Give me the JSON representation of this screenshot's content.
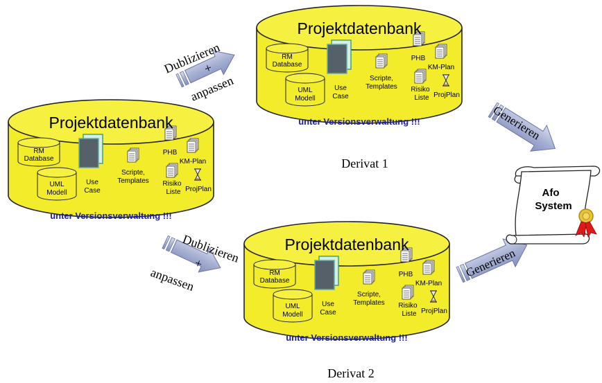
{
  "databases": [
    {
      "title": "Projektdatenbank",
      "rm_line1": "RM",
      "rm_line2": "Database",
      "uml_line1": "UML",
      "uml_line2": "Modell",
      "usecase_line1": "Use",
      "usecase_line2": "Case",
      "scripte_line1": "Scripte,",
      "scripte_line2": "Templates",
      "phb": "PHB",
      "kmplan": "KM-Plan",
      "risiko_line1": "Risiko",
      "risiko_line2": "Liste",
      "projplan": "ProjPlan",
      "version": "unter Versionsverwaltung !!!"
    },
    {
      "title": "Projektdatenbank",
      "rm_line1": "RM",
      "rm_line2": "Database",
      "uml_line1": "UML",
      "uml_line2": "Modell",
      "usecase_line1": "Use",
      "usecase_line2": "Case",
      "scripte_line1": "Scripte,",
      "scripte_line2": "Templates",
      "phb": "PHB",
      "kmplan": "KM-Plan",
      "risiko_line1": "Risiko",
      "risiko_line2": "Liste",
      "projplan": "ProjPlan",
      "version": "unter Versionsverwaltung !!!"
    },
    {
      "title": "Projektdatenbank",
      "rm_line1": "RM",
      "rm_line2": "Database",
      "uml_line1": "UML",
      "uml_line2": "Modell",
      "usecase_line1": "Use",
      "usecase_line2": "Case",
      "scripte_line1": "Scripte,",
      "scripte_line2": "Templates",
      "phb": "PHB",
      "kmplan": "KM-Plan",
      "risiko_line1": "Risiko",
      "risiko_line2": "Liste",
      "projplan": "ProjPlan",
      "version": "unter Versionsverwaltung !!!"
    }
  ],
  "arrows": {
    "dublizieren": "Dublizieren",
    "plus": "+",
    "anpassen": "anpassen",
    "generieren": "Generieren"
  },
  "derivat1": "Derivat 1",
  "derivat2": "Derivat 2",
  "afo_line1": "Afo",
  "afo_line2": "System",
  "colors": {
    "cylinder": "#f2ec2a",
    "cylinder_top": "#f6f040",
    "version_text": "#1a1ab0",
    "arrow_fill": "#b4bcd8",
    "seal": "#e01818"
  }
}
